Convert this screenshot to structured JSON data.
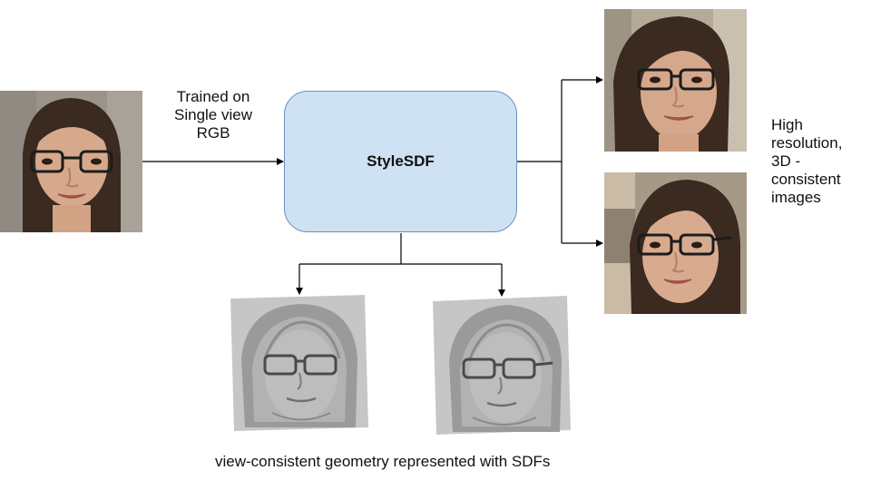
{
  "input_label": {
    "lines": [
      "Trained on",
      "Single view",
      "RGB"
    ]
  },
  "model": {
    "name": "StyleSDF"
  },
  "output_label": {
    "lines": [
      "High",
      "resolution,",
      "3D -",
      "consistent",
      "images"
    ]
  },
  "geometry_caption": "view-consistent geometry represented with SDFs",
  "colors": {
    "box_fill": "#cfe2f3",
    "box_stroke": "#6c8ebf",
    "arrow": "#000000"
  }
}
